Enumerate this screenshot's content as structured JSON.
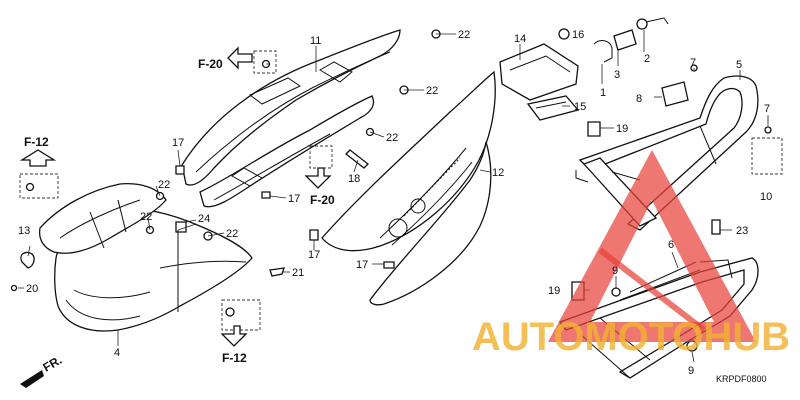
{
  "diagram_code": "KRPDF0800",
  "callouts": {
    "c1": "1",
    "c2": "2",
    "c3": "3",
    "c4": "4",
    "c5": "5",
    "c6": "6",
    "c7a": "7",
    "c7b": "7",
    "c8": "8",
    "c9a": "9",
    "c9b": "9",
    "c10": "10",
    "c11": "11",
    "c12": "12",
    "c13": "13",
    "c14": "14",
    "c15": "15",
    "c16": "16",
    "c17a": "17",
    "c17b": "17",
    "c17c": "17",
    "c17d": "17",
    "c18": "18",
    "c19a": "19",
    "c19b": "19",
    "c20": "20",
    "c21": "21",
    "c22a": "22",
    "c22b": "22",
    "c22c": "22",
    "c22d": "22",
    "c22e": "22",
    "c22f": "22",
    "c23": "23",
    "c24": "24"
  },
  "refs": {
    "r_f20a": "F-20",
    "r_f20b": "F-20",
    "r_f12a": "F-12",
    "r_f12b": "F-12",
    "r_fr": "FR."
  },
  "watermark": {
    "text": "AUTOMOTOHUB",
    "colors": {
      "triangle": "#e8423a",
      "text": "#f2b233"
    }
  }
}
